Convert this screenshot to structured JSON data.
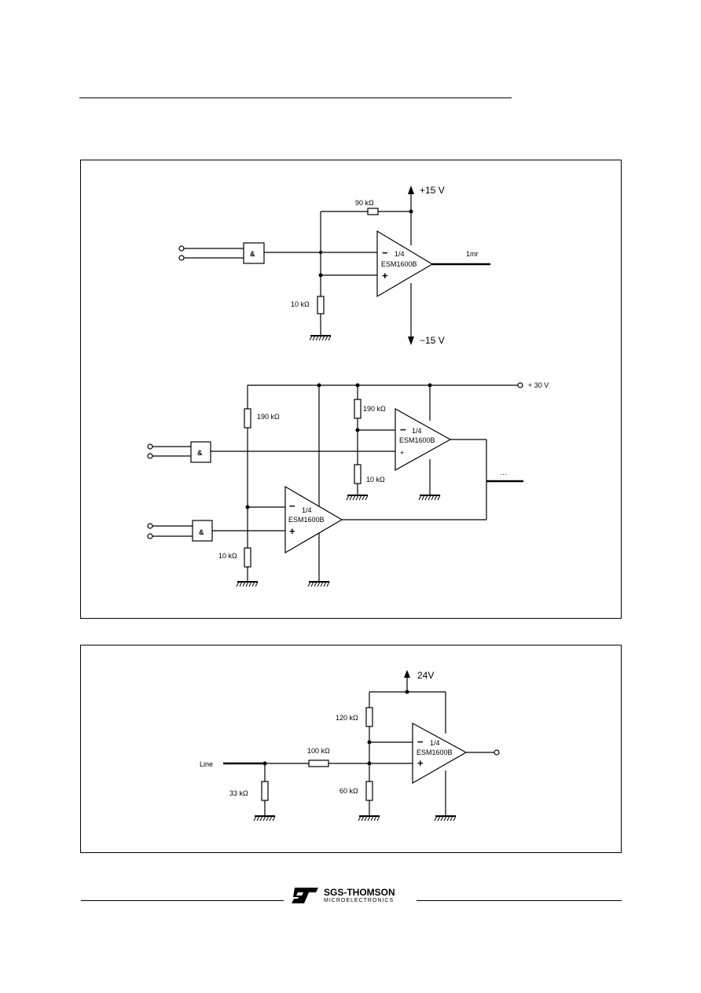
{
  "circuit1": {
    "supply_pos": "+15 V",
    "supply_neg": "−15 V",
    "r_feedback": "90 kΩ",
    "r_ground": "10 kΩ",
    "opamp_fraction": "1/4",
    "opamp_part": "ESM1600B",
    "output_label": "1mr",
    "gate_symbol": "&",
    "minus": "−",
    "plus": "+"
  },
  "circuit2": {
    "supply": "+ 30 V",
    "r_top_left": "190 kΩ",
    "r_top_right": "190 kΩ",
    "r_bottom_right": "10 kΩ",
    "r_bottom_left": "10 kΩ",
    "opamp_fraction": "1/4",
    "opamp_part": "ESM1600B",
    "output_label": "…",
    "gate_symbol": "&",
    "minus": "−",
    "plus": "+"
  },
  "circuit3": {
    "supply": "24V",
    "r_top": "120 kΩ",
    "r_bottom": "60 kΩ",
    "r_series": "100 kΩ",
    "r_input": "33 kΩ",
    "input_label": "Line",
    "opamp_fraction": "1/4",
    "opamp_part": "ESM1600B",
    "minus": "−",
    "plus": "+"
  },
  "footer": {
    "brand_name": "SGS-THOMSON",
    "brand_sub": "MICROELECTRONICS"
  }
}
